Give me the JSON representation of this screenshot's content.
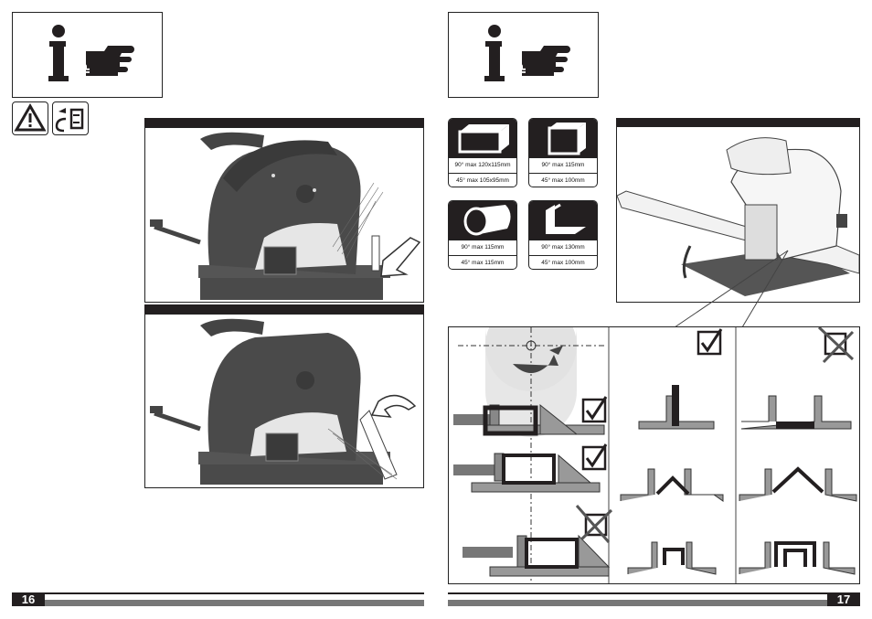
{
  "pages": {
    "left_number": "16",
    "right_number": "17"
  },
  "specs": [
    {
      "shape": "rect-tube",
      "line1": "90° max 120x115mm",
      "line2": "45° max 105x95mm"
    },
    {
      "shape": "square-tube",
      "line1": "90° max 115mm",
      "line2": "45° max 100mm"
    },
    {
      "shape": "round-tube",
      "line1": "90° max 115mm",
      "line2": "45° max 115mm"
    },
    {
      "shape": "angle-profile",
      "line1": "90° max 130mm",
      "line2": "45° max 100mm"
    }
  ],
  "colors": {
    "dark": "#231f20",
    "grey": "#777777",
    "machine": "#4a4a4a",
    "light": "#e6e6e6"
  },
  "icons": [
    "info-tip-icon",
    "warning-icon",
    "unplug-icon",
    "checkmark-icon",
    "cross-icon"
  ]
}
